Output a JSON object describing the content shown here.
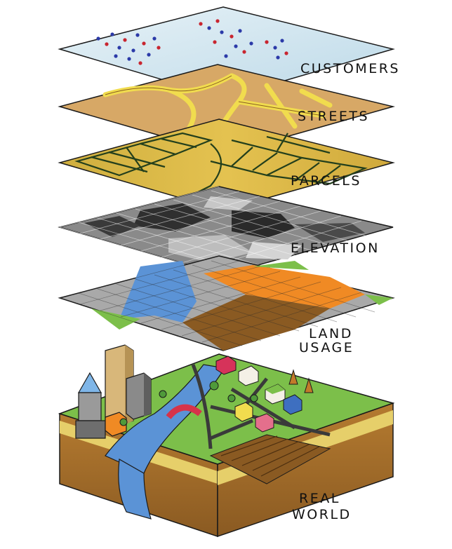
{
  "diagram": {
    "layers": [
      {
        "id": "customers",
        "label": "CUSTOMERS"
      },
      {
        "id": "streets",
        "label": "STREETS"
      },
      {
        "id": "parcels",
        "label": "PARCELS"
      },
      {
        "id": "elevation",
        "label": "ELEVATION"
      },
      {
        "id": "land_usage",
        "label_lines": [
          "LAND",
          "USAGE"
        ]
      },
      {
        "id": "real_world",
        "label_lines": [
          "REAL",
          "WORLD"
        ]
      }
    ],
    "colors": {
      "customers_bg": "#d7eaf2",
      "customer_dot_blue": "#2b3aa8",
      "customer_dot_red": "#c8252f",
      "streets_bg": "#d7a866",
      "street_yellow": "#f1dc4e",
      "parcels_bg": "#ddb84a",
      "parcel_line": "#233f1c",
      "grass": "#7cbf4a",
      "water": "#5b93d6",
      "soil": "#a9742f",
      "sand": "#e6cf6a",
      "outline": "#1a1a1a"
    }
  }
}
